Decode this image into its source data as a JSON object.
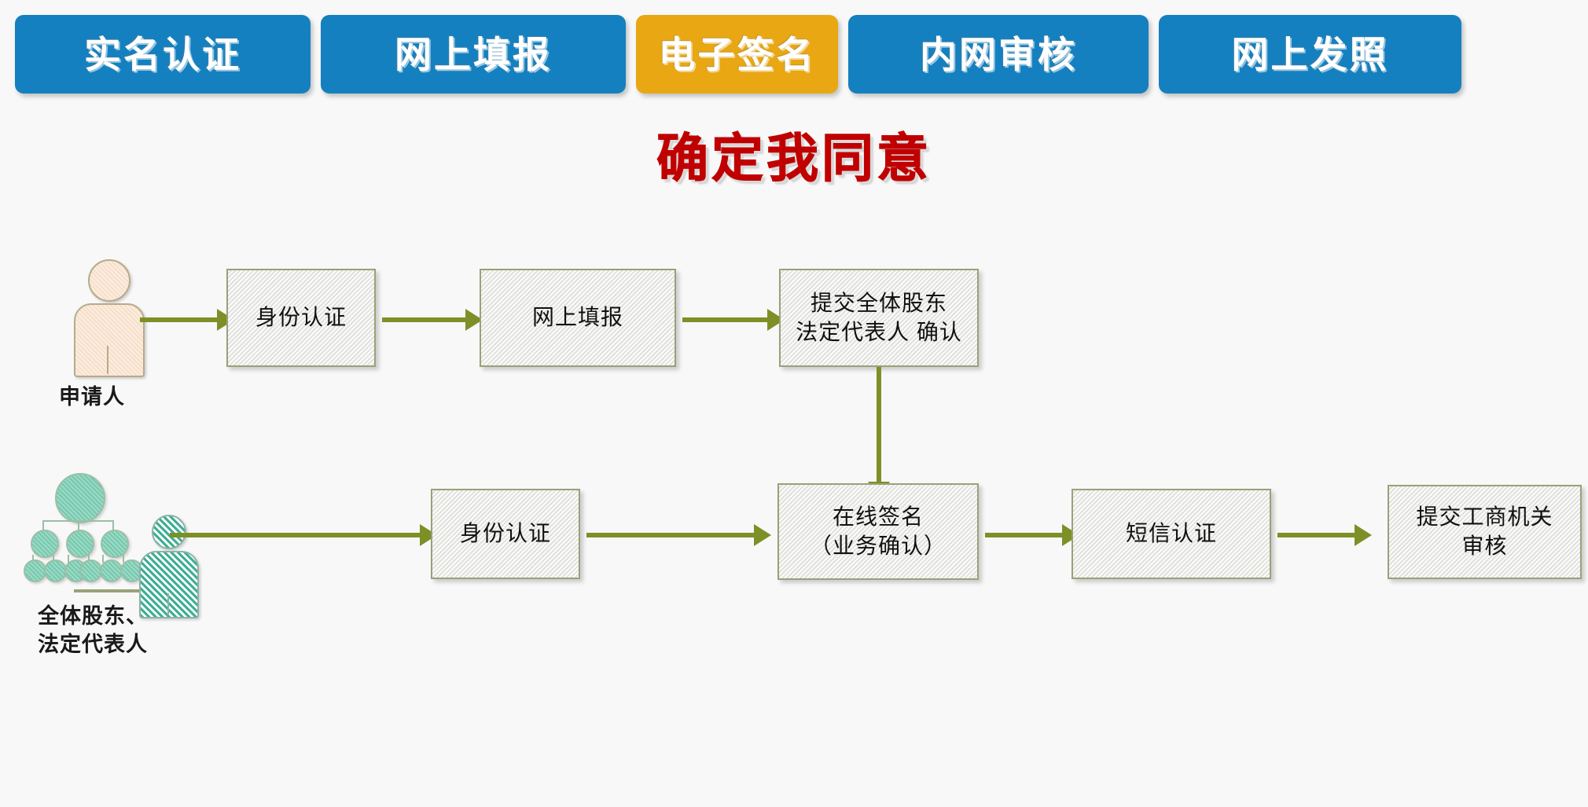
{
  "page": {
    "background_color": "#f8f8f8",
    "title": "电子签名流程图"
  },
  "tabs": {
    "items": [
      {
        "label": "实名认证",
        "state": "inactive",
        "color": "#1580bf"
      },
      {
        "label": "网上填报",
        "state": "inactive",
        "color": "#1580bf"
      },
      {
        "label": "电子签名",
        "state": "active",
        "color": "#e8a713"
      },
      {
        "label": "内网审核",
        "state": "inactive",
        "color": "#1580bf"
      },
      {
        "label": "网上发照",
        "state": "inactive",
        "color": "#1580bf"
      }
    ],
    "active_index": 2,
    "active_color": "#e8a713",
    "inactive_color": "#1580bf",
    "label_color": "#ffffff"
  },
  "headline": {
    "text": "确定我同意",
    "color": "#c00000",
    "shadow_color": "#d9d9d9"
  },
  "flow": {
    "accent_color": "#7d9027",
    "box_border_color": "#9aa178",
    "box_fill_color": "#eeeeec",
    "rows": [
      {
        "role": {
          "name": "申请人",
          "icon": "person-icon",
          "fill": "#f7dfc9"
        },
        "steps": [
          {
            "label": "身份认证"
          },
          {
            "label": "网上填报"
          },
          {
            "label": "提交全体股东\n法定代表人 确认"
          }
        ]
      },
      {
        "role": {
          "name": "全体股东、\n法定代表人",
          "icon": "group-hierarchy-icon",
          "fill": "#74c9ae"
        },
        "steps": [
          {
            "label": "身份认证"
          },
          {
            "label": "在线签名\n（业务确认）"
          },
          {
            "label": "短信认证"
          },
          {
            "label": "提交工商机关\n审核"
          }
        ]
      }
    ],
    "vertical_connector": {
      "from": "提交全体股东 法定代表人 确认",
      "to": "在线签名（业务确认）"
    }
  }
}
